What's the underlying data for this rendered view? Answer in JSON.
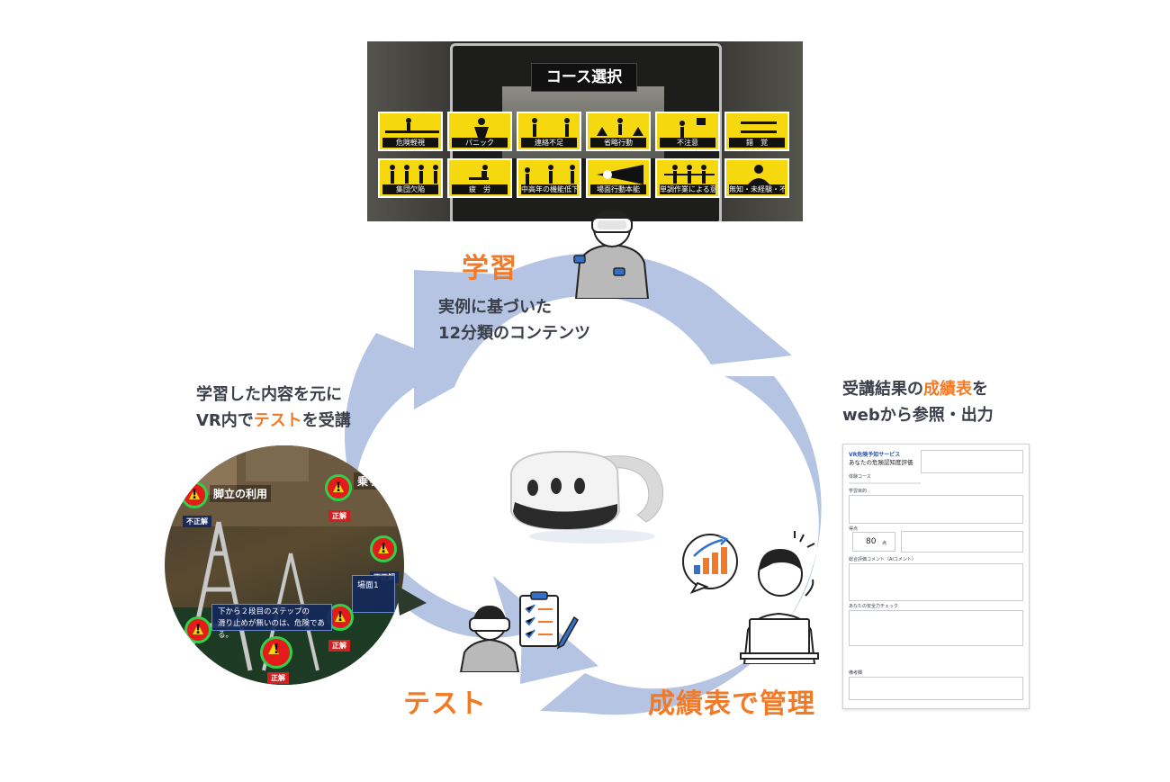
{
  "course_screen": {
    "title": "コース選択",
    "courses": [
      "危険軽視",
      "パニック",
      "連絡不足",
      "省略行動",
      "不注意",
      "錯　覚",
      "集団欠陥",
      "疲　労",
      "中高年の機能低下",
      "場面行動本能",
      "単調作業による意識低下",
      "無知・未経験・不慣れ"
    ]
  },
  "cycle": {
    "learning": {
      "title": "学習",
      "desc_line1": "実例に基づいた",
      "desc_line2": "12分類のコンテンツ"
    },
    "test": {
      "title": "テスト",
      "desc_line1": "学習した内容を元に",
      "desc_line2_pre": "VR内で",
      "desc_line2_highlight": "テスト",
      "desc_line2_post": "を受講"
    },
    "manage": {
      "title": "成績表で管理",
      "desc_line1_pre": "受講結果の",
      "desc_line1_highlight": "成績表",
      "desc_line1_post": "を",
      "desc_line2": "webから参照・出力"
    }
  },
  "test_scene": {
    "label_ladder": "脚立の利用",
    "label_fragment": "乗り出",
    "tag_incorrect": "不正解",
    "tag_correct": "正解",
    "scene_label": "場面1",
    "message_line1": "下から２段目のステップの",
    "message_line2": "滑り止めが無いのは、危険である。"
  },
  "report": {
    "brand": "VR危険予知サービス",
    "title": "あなたの危険認知度評価",
    "section_course": "体験コース",
    "section_goal": "学習目的",
    "section_score": "得点",
    "score_value": "80",
    "score_unit": "点",
    "section_comment": "総合評価コメント（AIコメント）",
    "section_check": "あなたの安全力チェック",
    "section_notes": "備考欄"
  },
  "colors": {
    "accent": "#f27a26",
    "cycle_blue": "#b4c4e2",
    "text": "#3a3f4a"
  }
}
